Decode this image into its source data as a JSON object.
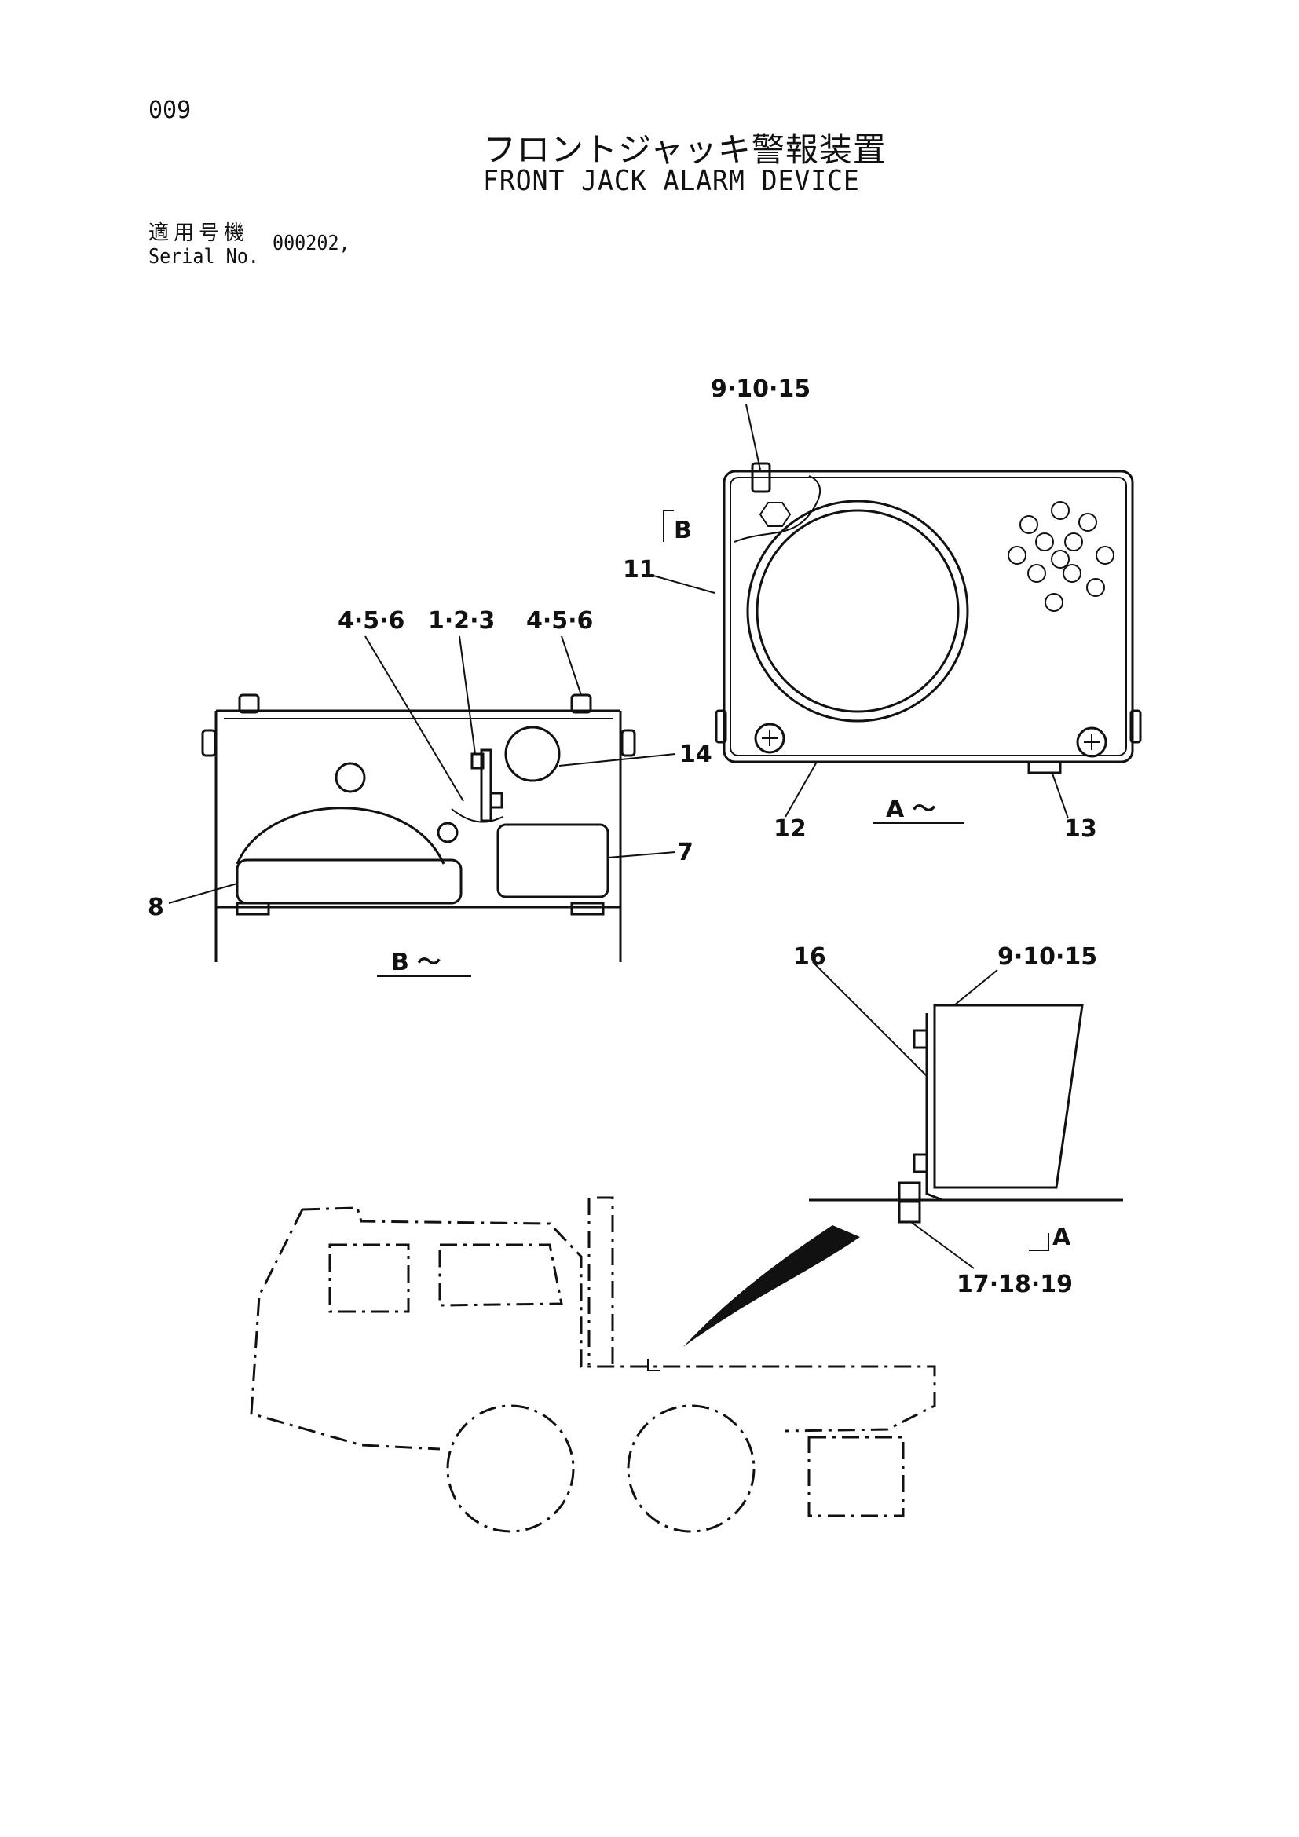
{
  "page": {
    "number": "009",
    "title_jp": "フロントジャッキ警報装置",
    "title_en": "FRONT JACK ALARM DEVICE",
    "serial_label_jp": "適用号機",
    "serial_label_en": "Serial No.",
    "serial_value": "000202,"
  },
  "labels": {
    "view_a_callout_top": "9·10·15",
    "part_11": "11",
    "part_12": "12",
    "part_13": "13",
    "part_14": "14",
    "part_7": "7",
    "part_8": "8",
    "left_456": "4·5·6",
    "mid_123": "1·2·3",
    "right_456": "4·5·6",
    "view_b_caption": "B ～",
    "view_a_caption": "A ～",
    "section_b_mark": "B",
    "part_16": "16",
    "bracket_91015": "9·10·15",
    "section_a_mark": "A",
    "bolts_171819": "17·18·19"
  }
}
